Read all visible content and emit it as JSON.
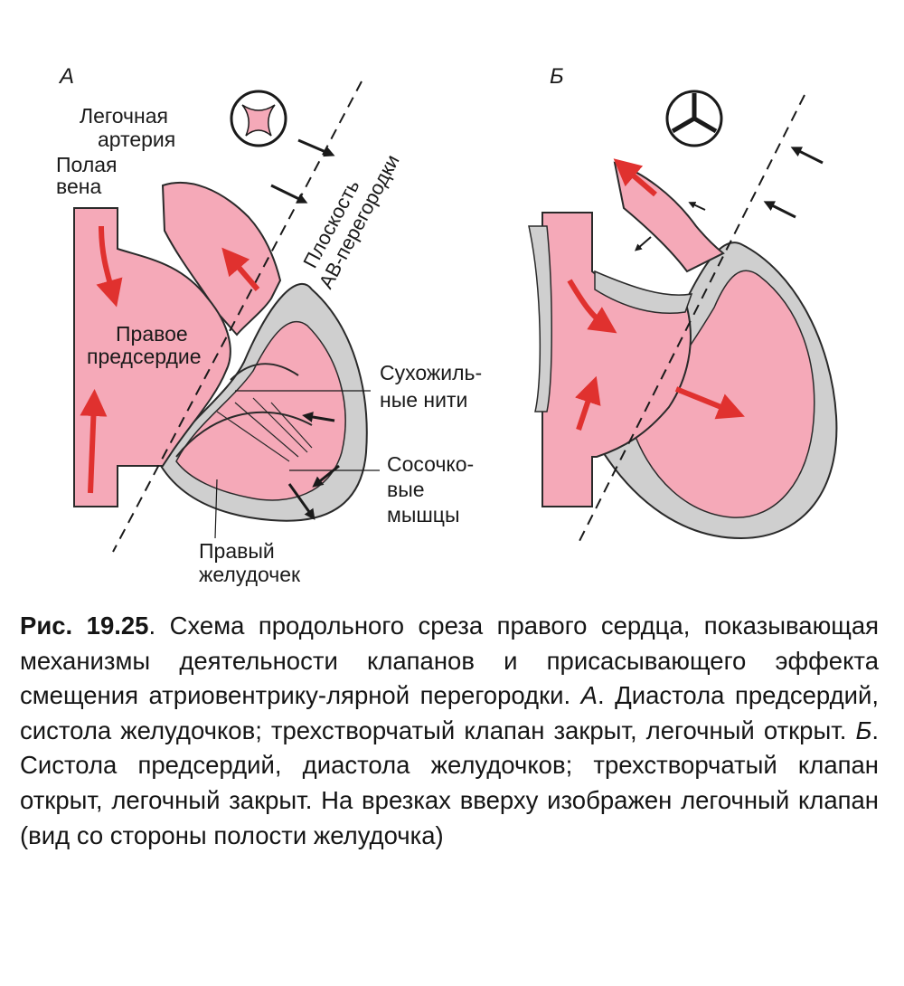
{
  "colors": {
    "pink": "#f5a9b8",
    "grey": "#cfcfcf",
    "outline": "#2a2a2a",
    "arrow_red": "#e0312f"
  },
  "panelA": {
    "letter": "А",
    "labels": {
      "pulmonary_artery_line1": "Легочная",
      "pulmonary_artery_line2": "артерия",
      "vena_cava_line1": "Полая",
      "vena_cava_line2": "вена",
      "right_atrium_line1": "Правое",
      "right_atrium_line2": "предсердие",
      "av_plane_line1": "Плоскость",
      "av_plane_line2": "АВ-перегородки",
      "chordae_line1": "Сухожиль-",
      "chordae_line2": "ные нити",
      "papillary_line1": "Сосочко-",
      "papillary_line2": "вые",
      "papillary_line3": "мышцы",
      "right_ventricle_line1": "Правый",
      "right_ventricle_line2": "желудочек"
    }
  },
  "panelB": {
    "letter": "Б"
  },
  "caption": {
    "fig_label": "Рис. 19.25",
    "part1": ". Схема продольного среза правого сердца, показывающая механизмы деятельности клапанов и присасывающего эффекта смещения атриовентрику-лярной перегородки. ",
    "a_letter": "А",
    "part2": ". Диастола предсердий, систола желудочков; трехстворчатый клапан закрыт, легочный открыт. ",
    "b_letter": "Б",
    "part3": ". Систола предсердий, диастола желудочков; трехстворчатый клапан открыт, легочный закрыт. На врезках вверху изображен легочный клапан (вид со стороны полости желудочка)"
  }
}
